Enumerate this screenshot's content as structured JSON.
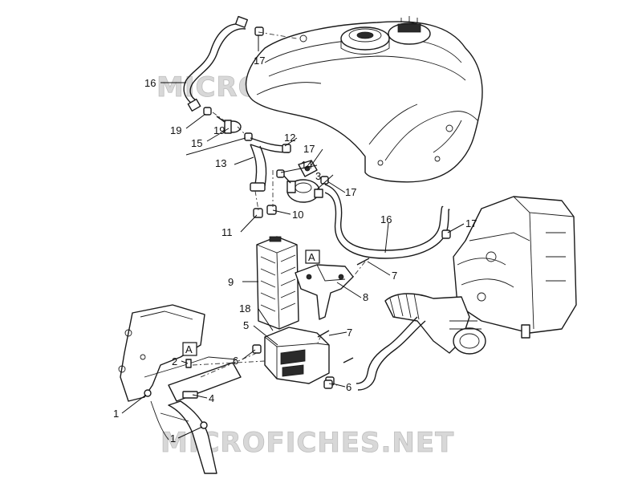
{
  "watermark": "MICROFICHES.NET",
  "reference_letter": "A",
  "callouts": {
    "c1a": "1",
    "c1b": "1",
    "c2": "2",
    "c3": "3",
    "c4": "4",
    "c5": "5",
    "c6a": "6",
    "c6b": "6",
    "c7a": "7",
    "c7b": "7",
    "c8": "8",
    "c9": "9",
    "c10": "10",
    "c11": "11",
    "c12": "12",
    "c13": "13",
    "c14": "14",
    "c15": "15",
    "c16a": "16",
    "c16b": "16",
    "c17a": "17",
    "c17b": "17",
    "c17c": "17",
    "c17d": "17",
    "c18": "18",
    "c19a": "19",
    "c19b": "19"
  }
}
